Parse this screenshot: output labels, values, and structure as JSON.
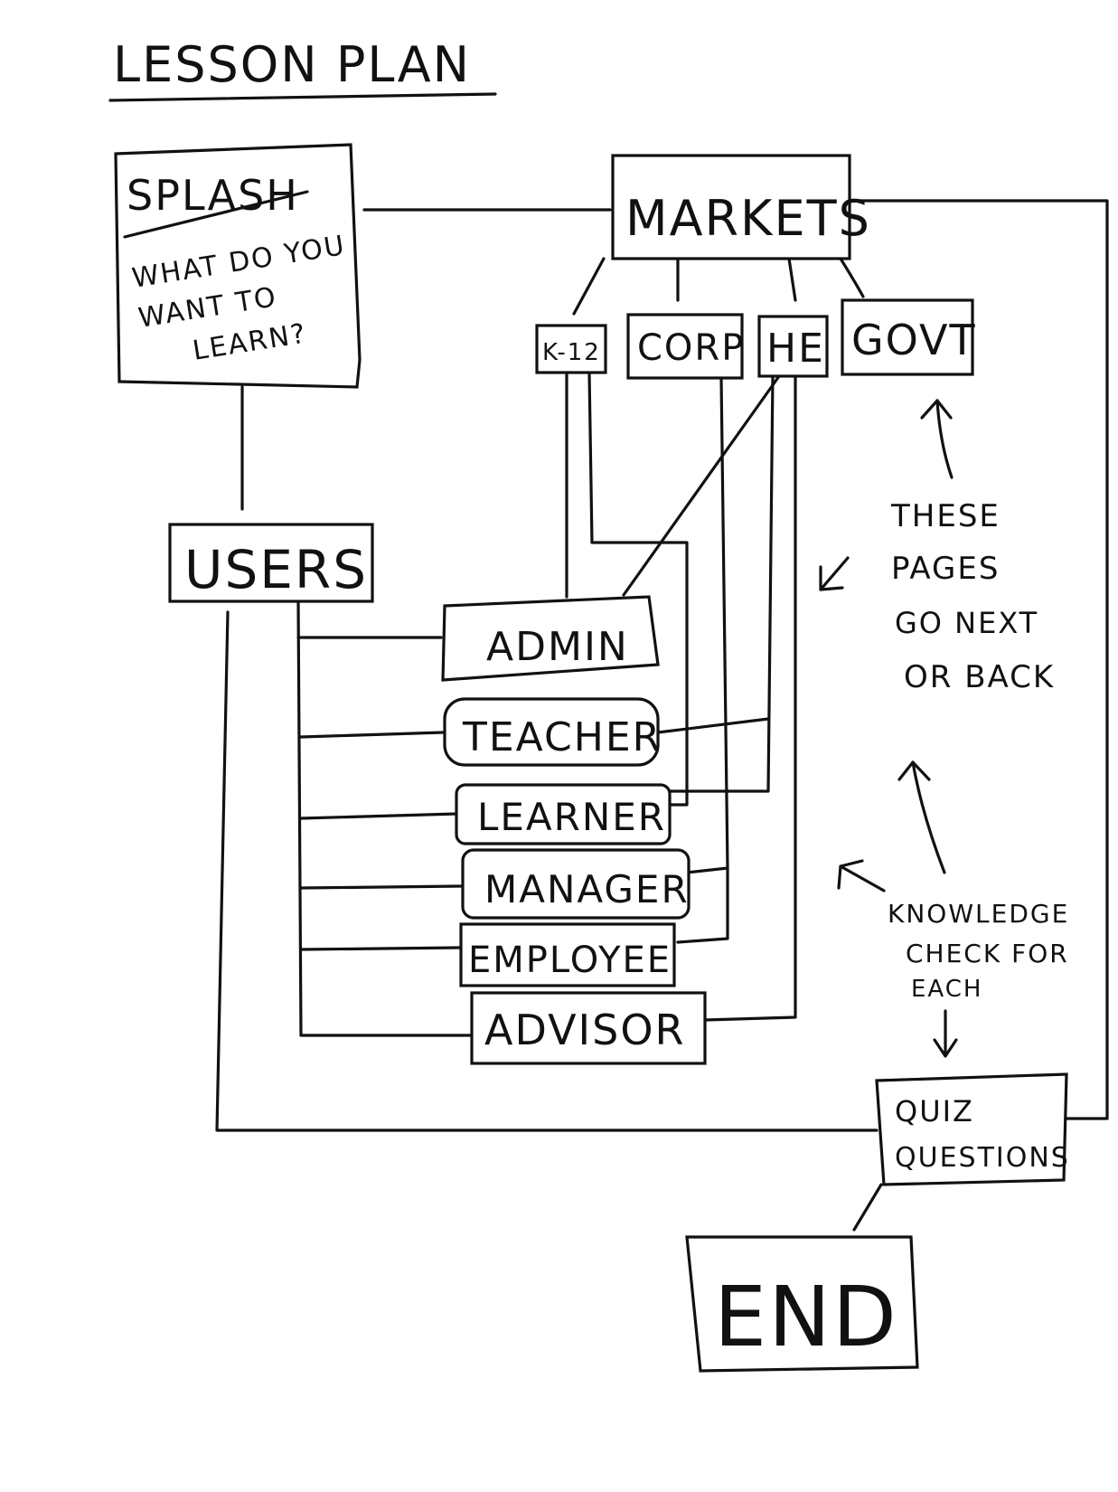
{
  "title": "LESSON PLAN",
  "splash": {
    "title": "SPLASH",
    "question_line1": "WHAT DO YOU",
    "question_line2": "WANT TO",
    "question_line3": "LEARN?"
  },
  "markets": {
    "title": "MARKETS",
    "segments": [
      "K-12",
      "CORP",
      "HE",
      "GOVT"
    ]
  },
  "users": {
    "title": "USERS",
    "roles": [
      "ADMIN",
      "TEACHER",
      "LEARNER",
      "MANAGER",
      "EMPLOYEE",
      "ADVISOR"
    ]
  },
  "notes": {
    "navigation": [
      "THESE",
      "PAGES",
      "GO NEXT",
      "OR BACK"
    ],
    "knowledge_check": [
      "KNOWLEDGE",
      "CHECK FOR",
      "EACH"
    ]
  },
  "quiz": {
    "line1": "QUIZ",
    "line2": "QUESTIONS"
  },
  "end": {
    "label": "END"
  }
}
